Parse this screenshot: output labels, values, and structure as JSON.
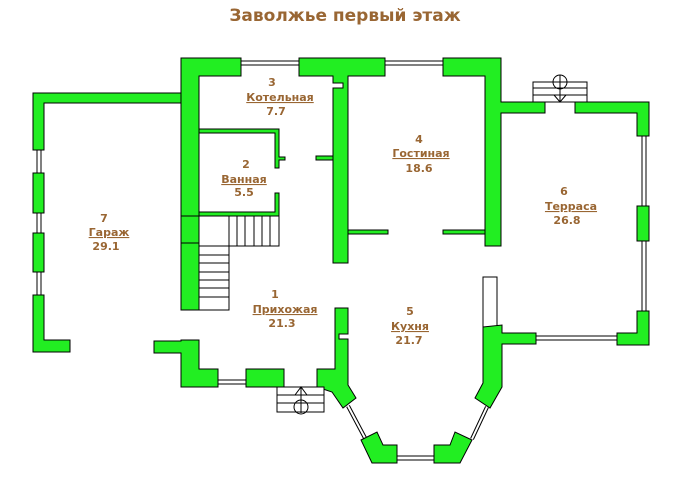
{
  "title": "Заволжье первый этаж",
  "colors": {
    "wall": "#22ee22",
    "text": "#996633"
  },
  "rooms": [
    {
      "number": "1",
      "name": "Прихожая",
      "area": "21.3"
    },
    {
      "number": "2",
      "name": "Ванная",
      "area": "5.5"
    },
    {
      "number": "3",
      "name": "Котельная",
      "area": "7.7"
    },
    {
      "number": "4",
      "name": "Гостиная",
      "area": "18.6"
    },
    {
      "number": "5",
      "name": "Кухня",
      "area": "21.7"
    },
    {
      "number": "6",
      "name": "Терраса",
      "area": "26.8"
    },
    {
      "number": "7",
      "name": "Гараж",
      "area": "29.1"
    }
  ]
}
